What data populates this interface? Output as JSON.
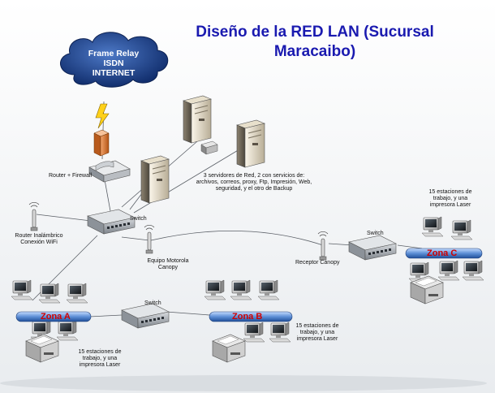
{
  "title_line1": "Diseño de la RED LAN (Sucursal",
  "title_line2": "Maracaibo)",
  "cloud": [
    "Frame Relay",
    "ISDN",
    "INTERNET"
  ],
  "labels": {
    "router": "Router + Firewall",
    "switch_main": "Switch",
    "switch_zone_a": "Switch",
    "switch_zone_c": "Switch",
    "wireless_router_1": "Router Inalámbrico",
    "wireless_router_2": "Conexión WiFi",
    "canopy_equipment_1": "Equipo Motorola",
    "canopy_equipment_2": "Canopy",
    "canopy_receiver": "Receptor Canopy",
    "servers_1": "3 servidores de Red, 2 con servicios de:",
    "servers_2": "archivos, correos, proxy, Ftp, Impresión, Web,",
    "servers_3": "seguridad, y el otro de Backup",
    "stations_c_1": "15 estaciones de",
    "stations_c_2": "trabajo, y una",
    "stations_c_3": "impresora Laser",
    "stations_a_1": "15 estaciones de",
    "stations_a_2": "trabajo, y una",
    "stations_a_3": "impresora Laser",
    "stations_b_1": "15 estaciones de",
    "stations_b_2": "trabajo, y una",
    "stations_b_3": "impresora Laser"
  },
  "zones": {
    "a": "Zona A",
    "b": "Zona B",
    "c": "Zona C"
  }
}
